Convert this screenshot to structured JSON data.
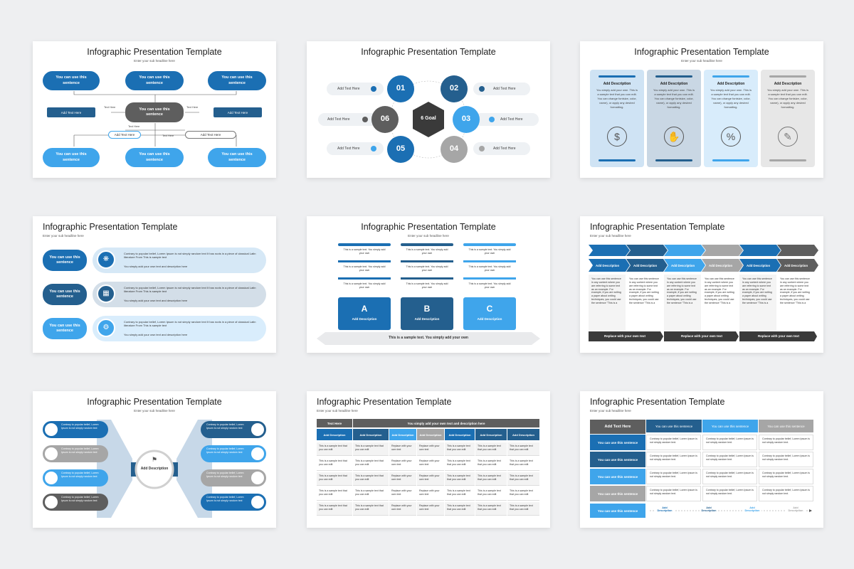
{
  "page": {
    "title": "Infographic Presentation Template",
    "subtitle": "Enter your sub headline here"
  },
  "s1": {
    "top_pill": "You can use this sentence",
    "center_pill": "You can use this sentence",
    "bottom_pill": "You can use this sentence",
    "left_tag": "Add Text Here",
    "right_tag": "Add Text Here",
    "sub_left": "Add Text Here",
    "sub_right": "Add Text Here",
    "small_text": "Text Here"
  },
  "s2": {
    "center": "6 Goal",
    "n1": "01",
    "n2": "02",
    "n3": "03",
    "n4": "04",
    "n5": "05",
    "n6": "06",
    "label": "Add Text Here"
  },
  "s3": {
    "cards": [
      {
        "title": "Add Description",
        "text": "You simply add your own .This is a sample text that you can edit. You can change fontsize, color, name), or apply any desired formatting."
      },
      {
        "title": "Add Description",
        "text": "You simply add your own .This is a sample text that you can edit. You can change fontsize, color, name), or apply any desired formatting."
      },
      {
        "title": "Add Description",
        "text": "You simply add your own .This is a sample text that you can edit. You can change fontsize, color, name), or apply any desired formatting."
      },
      {
        "title": "Add Description",
        "text": "You simply add your own .This is a sample text that you can edit. You can change fontsize, color, name), or apply any desired formatting."
      }
    ]
  },
  "s4": {
    "rows": [
      {
        "pill": "You can use this sentence",
        "line1": "Contrary to popular belief, Lorem Ipsum is not simply random text It has roots in a piece of classical Latin literature From This is sample text",
        "line2": "You simply add your own text and description here"
      },
      {
        "pill": "You can use this sentence",
        "line1": "Contrary to popular belief, Lorem Ipsum is not simply random text It has roots in a piece of classical Latin literature From This is sample text",
        "line2": "You simply add your own text and description here"
      },
      {
        "pill": "You can use this sentence",
        "line1": "Contrary to popular belief, Lorem Ipsum is not simply random text It has roots in a piece of classical Latin literature From This is sample text",
        "line2": "You simply add your own text and description here"
      }
    ]
  },
  "s5": {
    "cols": [
      {
        "letter": "A",
        "desc": "Add Description"
      },
      {
        "letter": "B",
        "desc": "Add Description"
      },
      {
        "letter": "C",
        "desc": "Add Description"
      }
    ],
    "item": "This is a sample text. You simply add your own",
    "bottom": "This is a sample text. You simply add your own"
  },
  "s6": {
    "label": "Add Description",
    "body": "You can use this sentence in any content where you are referring to some text as an example. For example, if you are writing a paper about writing techniques, you could use the sentence \"This is a",
    "footer": "Replace with your own text"
  },
  "s7": {
    "center": "Add Description",
    "text": "Contrary to popular belief, Lorem Ipsum is not simply random text"
  },
  "s8": {
    "header_left": "Text Here",
    "header_right": "You simply add your own text and description here",
    "col": "Add Description",
    "cell": "This is a sample text that you can edit",
    "cell_b": "Replace with your own text"
  },
  "s9": {
    "corner": "Add Text Here",
    "headers": [
      "You can use this sentence",
      "You can use this sentence",
      "You can use this sentence"
    ],
    "row_label": "You can use this sentence",
    "cell": "Contrary to popular belief, Lorem Ipsum is not simply random text.",
    "footer_label": "You can use this sentence",
    "footer_item": "Add Description"
  }
}
